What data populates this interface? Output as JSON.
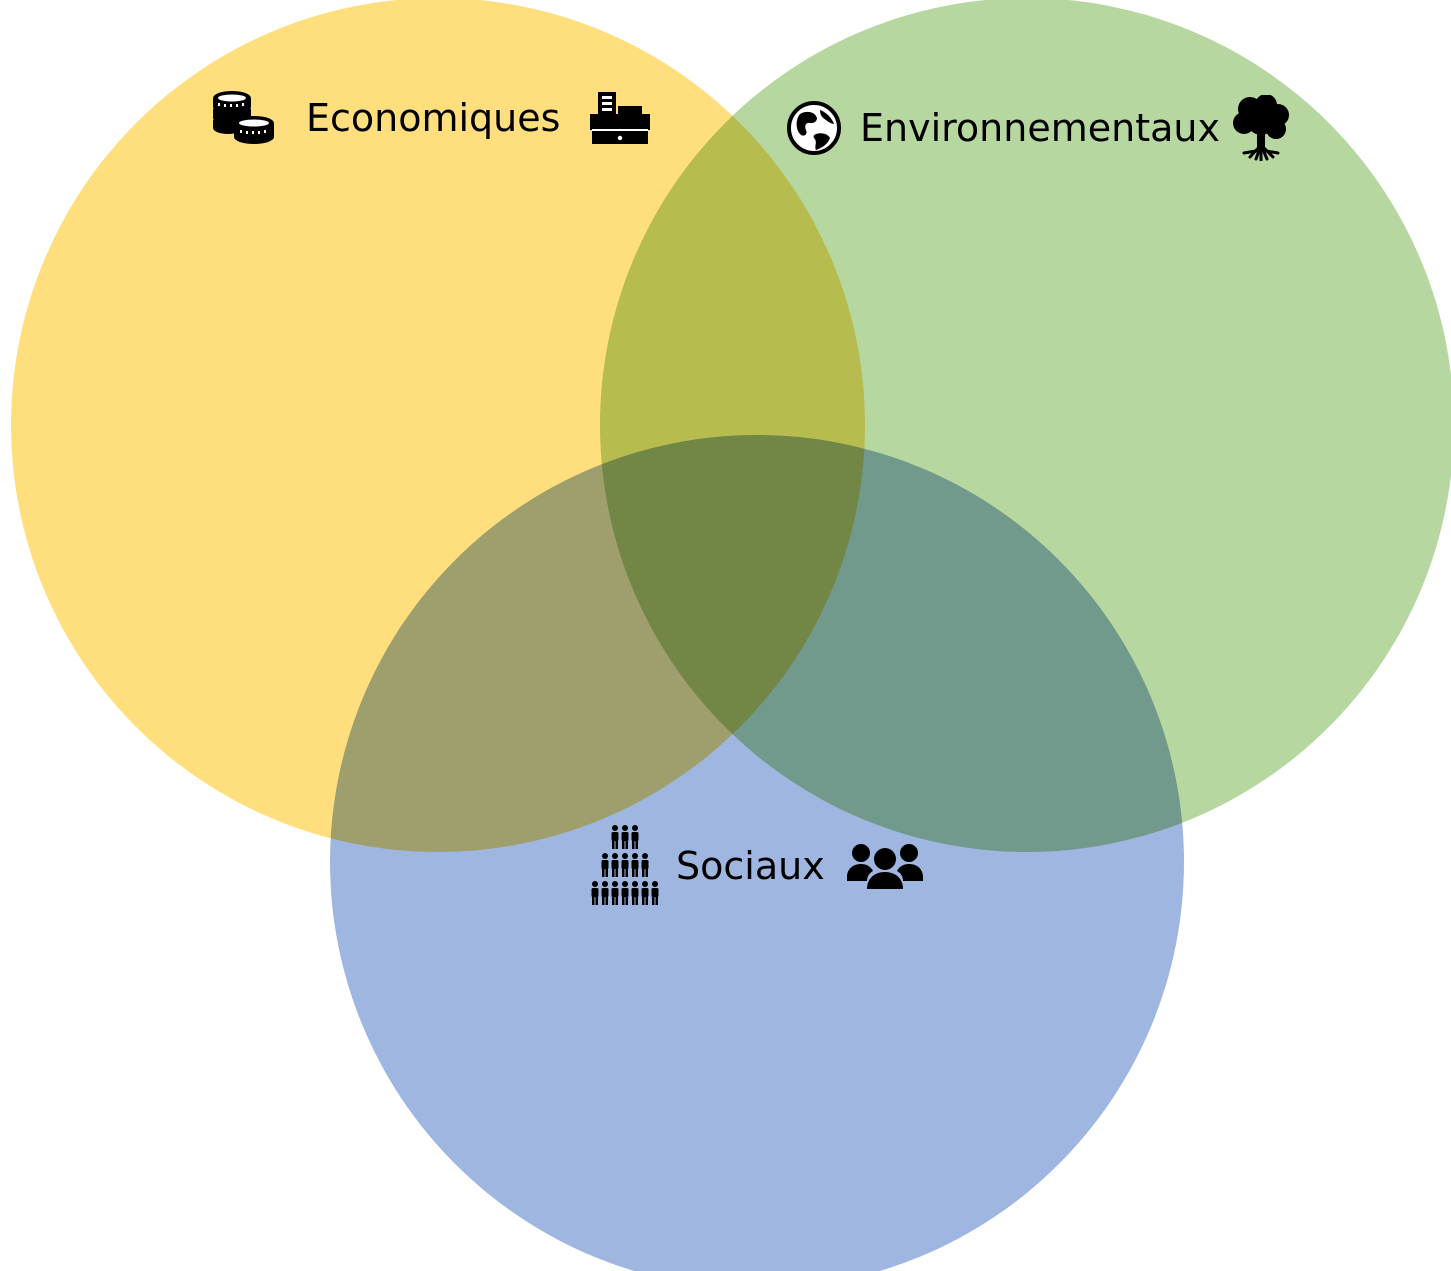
{
  "diagram": {
    "type": "venn",
    "sets": [
      {
        "id": "economiques",
        "label": "Economiques",
        "color": "#FFD966",
        "icons": [
          "coins-icon",
          "cash-register-icon"
        ]
      },
      {
        "id": "environnementaux",
        "label": "Environnementaux",
        "color": "#A9D08E",
        "icons": [
          "globe-icon",
          "tree-icon"
        ]
      },
      {
        "id": "sociaux",
        "label": "Sociaux",
        "color": "#8EA9DB",
        "icons": [
          "crowd-icon",
          "users-icon"
        ]
      }
    ]
  }
}
